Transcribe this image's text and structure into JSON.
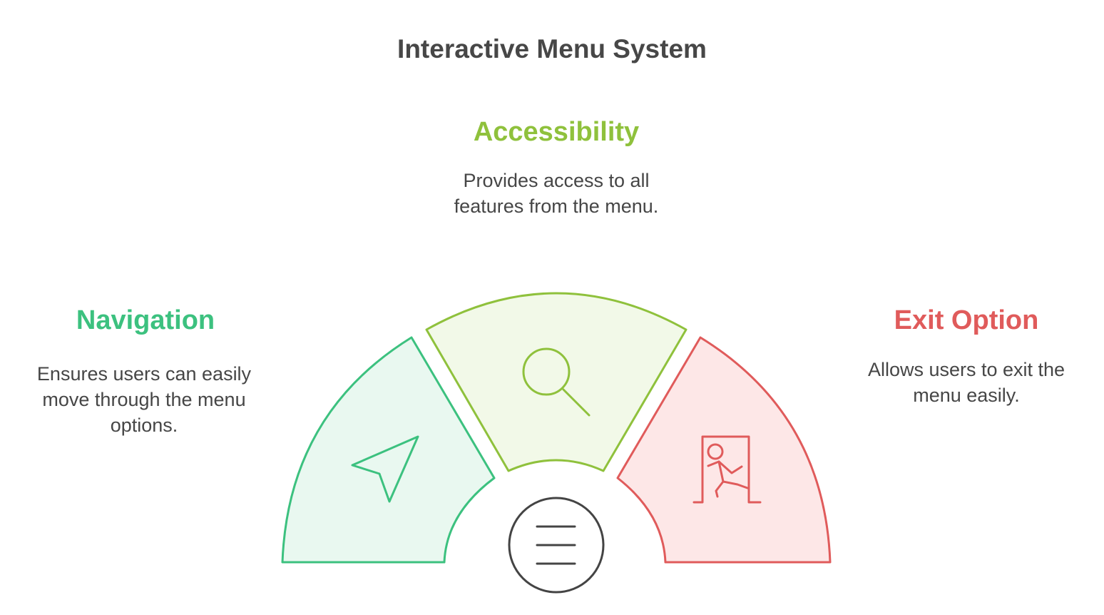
{
  "title": "Interactive Menu System",
  "sections": {
    "accessibility": {
      "heading": "Accessibility",
      "description_line1": "Provides access to all",
      "description_line2": "features from the menu.",
      "color": "#8fc13c",
      "fill": "#f2f9e8",
      "icon": "search-icon"
    },
    "navigation": {
      "heading": "Navigation",
      "description_line1": "Ensures users can easily",
      "description_line2": "move through the menu",
      "description_line3": "options.",
      "color": "#3cc17f",
      "fill": "#e9f8f0",
      "icon": "navigation-arrow-icon"
    },
    "exit": {
      "heading": "Exit Option",
      "description_line1": "Allows users to exit the",
      "description_line2": "menu easily.",
      "color": "#e05b5b",
      "fill": "#fde7e7",
      "icon": "exit-running-person-icon"
    }
  },
  "center": {
    "icon": "hamburger-menu-icon"
  }
}
